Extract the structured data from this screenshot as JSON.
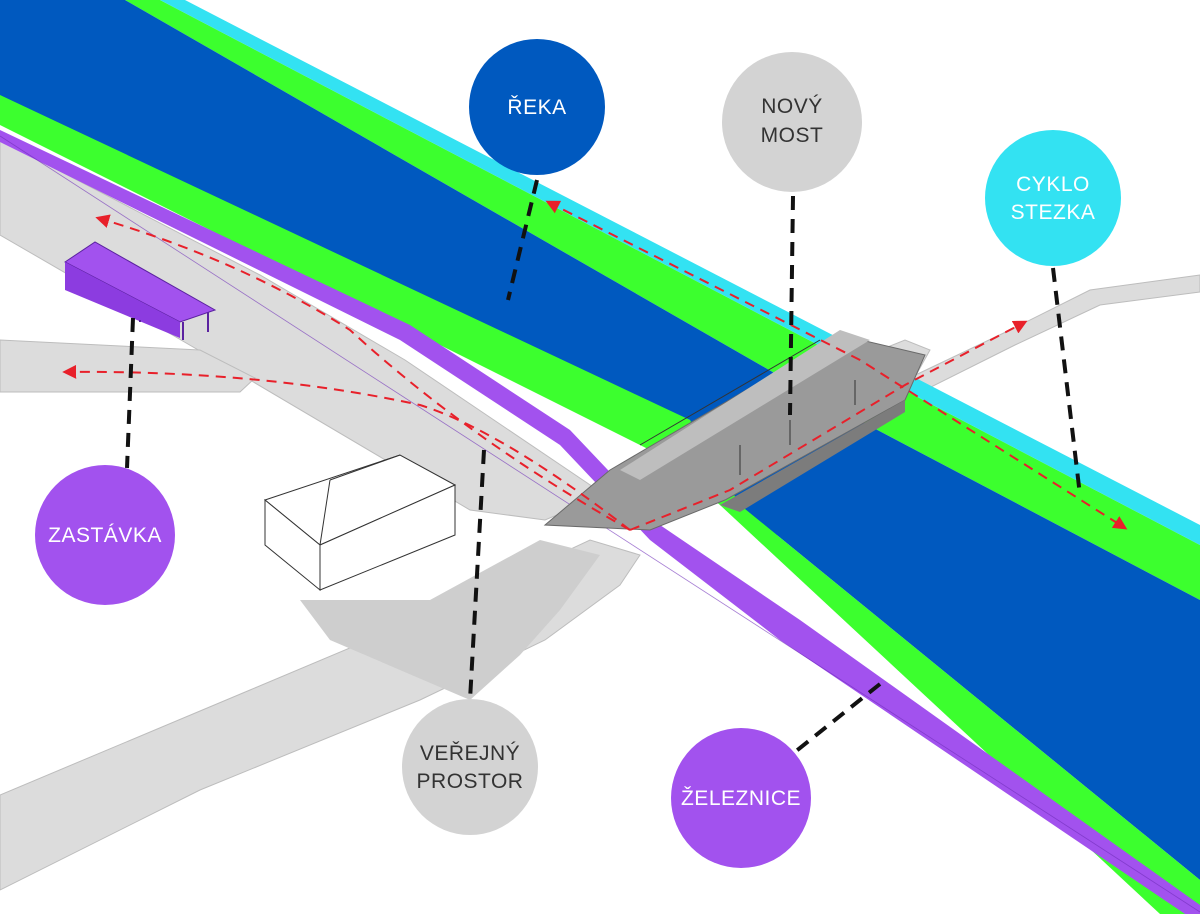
{
  "labels": {
    "reka": "ŘEKA",
    "novy_most_line1": "NOVÝ",
    "novy_most_line2": "MOST",
    "cyklo_line1": "CYKLO",
    "cyklo_line2": "STEZKA",
    "zastavka": "ZASTÁVKA",
    "verejny_line1": "VEŘEJNÝ",
    "verejny_line2": "PROSTOR",
    "zeleznice": "ŽELEZNICE"
  },
  "colors": {
    "river": "#0059BF",
    "bank": "#3CFF2E",
    "cycle_path": "#33E2F2",
    "railway": "#A252EE",
    "bridge": "#9A9A9A",
    "ground": "#DCDCDC",
    "grey_label": "#D3D3D3",
    "route_arrow": "#E8202A",
    "leader": "#111111"
  }
}
